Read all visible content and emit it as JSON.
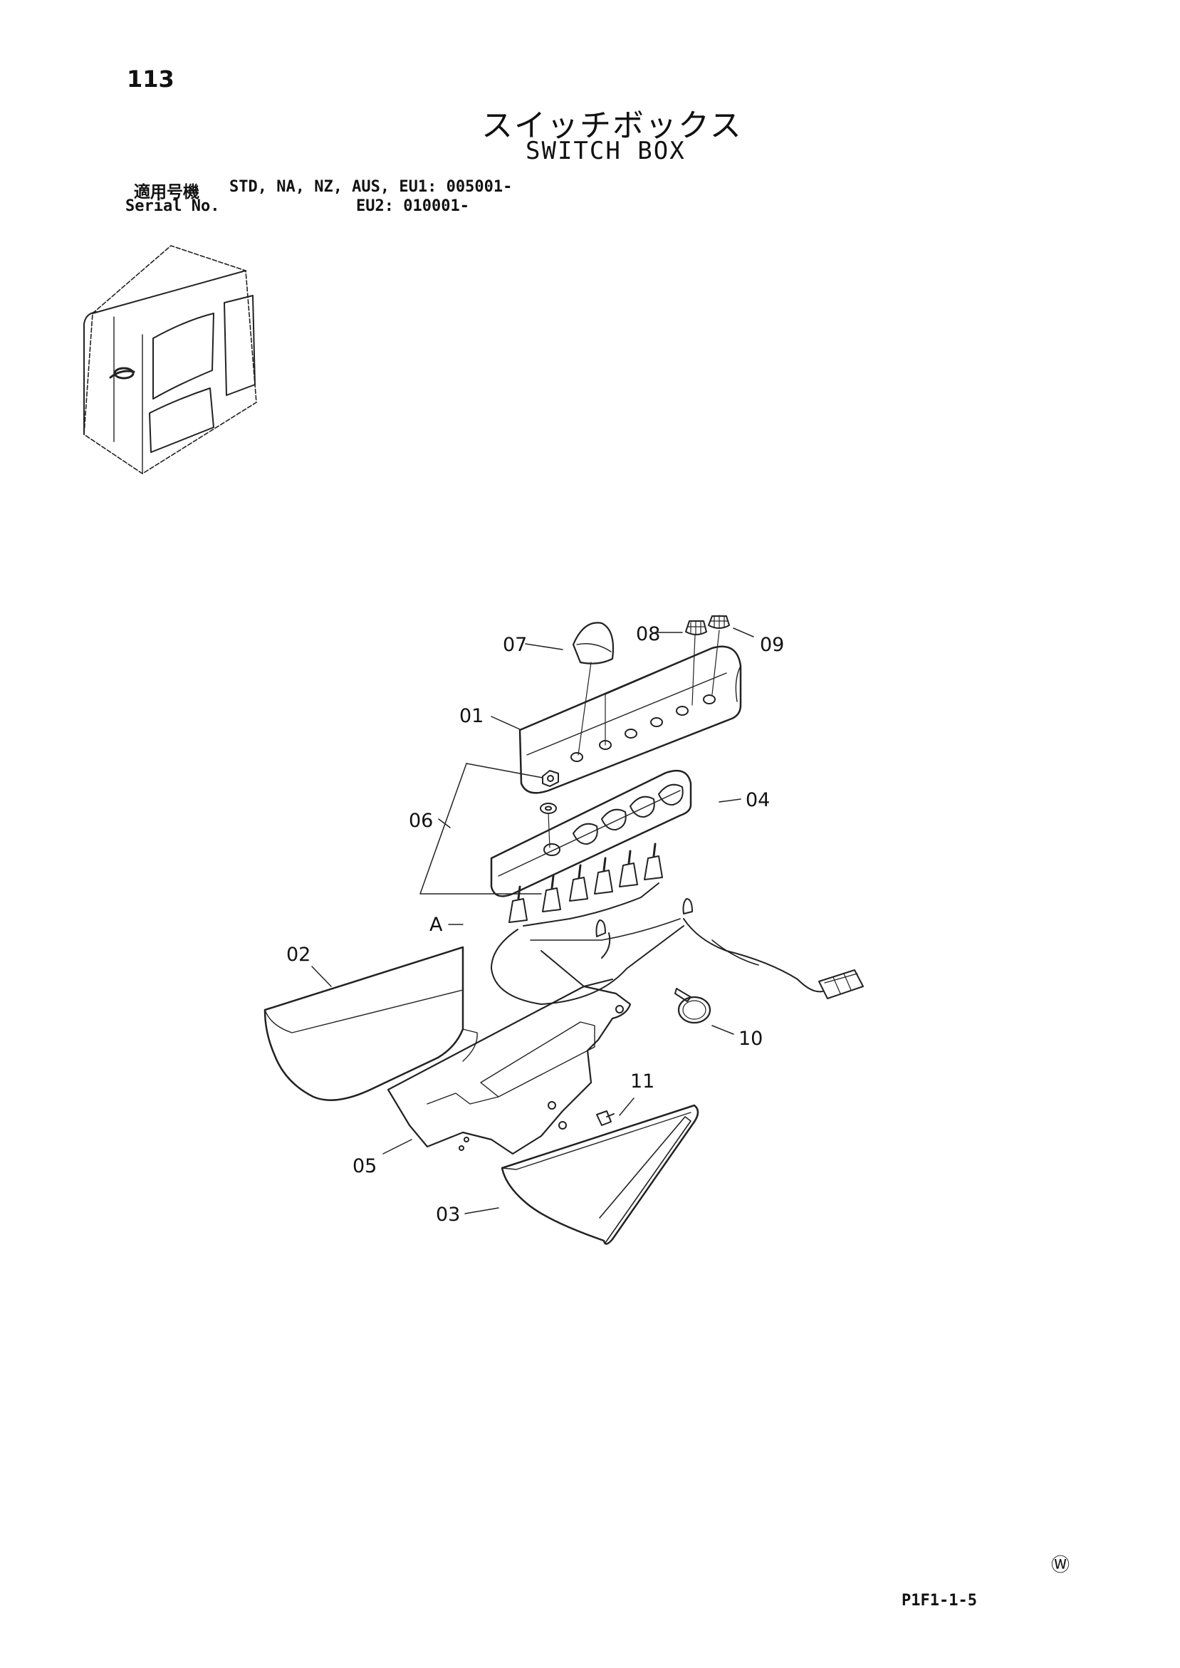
{
  "header": {
    "page_number": "113",
    "title_jp": "スイッチボックス",
    "title_en": "SWITCH BOX"
  },
  "serial": {
    "label_jp": "適用号機",
    "label_en": "Serial No.",
    "line1": "STD, NA, NZ, AUS, EU1: 005001-",
    "line2": "EU2: 010001-"
  },
  "callouts": {
    "c01": "01",
    "c02": "02",
    "c03": "03",
    "c04": "04",
    "c05": "05",
    "c06": "06",
    "c07": "07",
    "c08": "08",
    "c09": "09",
    "c10": "10",
    "c11": "11",
    "cA": "A"
  },
  "footer": {
    "ref_code": "P1F1-1-5",
    "mark": "Ⓦ"
  }
}
